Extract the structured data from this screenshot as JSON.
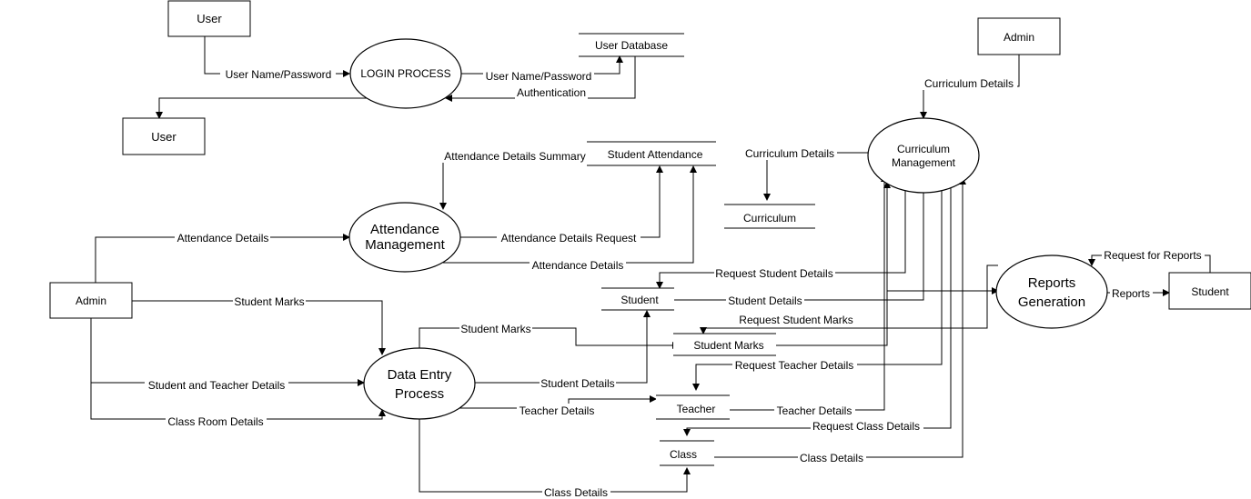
{
  "entities": {
    "user_top": "User",
    "user_bottom": "User",
    "admin_top": "Admin",
    "admin_left": "Admin",
    "student_right": "Student"
  },
  "processes": {
    "login": "LOGIN PROCESS",
    "attendance": [
      "Attendance",
      "Management"
    ],
    "data_entry": [
      "Data Entry",
      "Process"
    ],
    "curriculum": [
      "Curriculum",
      "Management"
    ],
    "reports": [
      "Reports",
      "Generation"
    ]
  },
  "stores": {
    "user_database": "User Database",
    "student_attendance": "Student Attendance",
    "curriculum": "Curriculum",
    "student": "Student",
    "student_marks": "Student Marks",
    "teacher": "Teacher",
    "class": "Class"
  },
  "flows": {
    "user_login": "User Name/Password",
    "login_db": "User Name/Password",
    "authentication": "Authentication",
    "admin_curriculum": "Curriculum Details",
    "curriculum_store": "Curriculum Details",
    "attendance_summary": "Attendance Details Summary",
    "admin_attendance": "Attendance Details",
    "attendance_request": "Attendance  Details Request",
    "attendance_details": "Attendance Details",
    "request_for_reports": "Request for Reports",
    "request_student_details": "Request Student Details",
    "reports": "Reports",
    "admin_student_marks": "Student Marks",
    "student_details_out": "Student Details",
    "request_student_marks": "Request Student Marks",
    "entry_student_marks": "Student Marks",
    "request_teacher_details": "Request Teacher Details",
    "admin_student_teacher": "Student and Teacher Details",
    "entry_student_details": "Student Details",
    "entry_teacher_details": "Teacher Details",
    "teacher_details_out": "Teacher Details",
    "admin_class_room": "Class Room Details",
    "request_class_details": "Request Class Details",
    "class_details_out": "Class Details",
    "entry_class_details": "Class Details"
  }
}
